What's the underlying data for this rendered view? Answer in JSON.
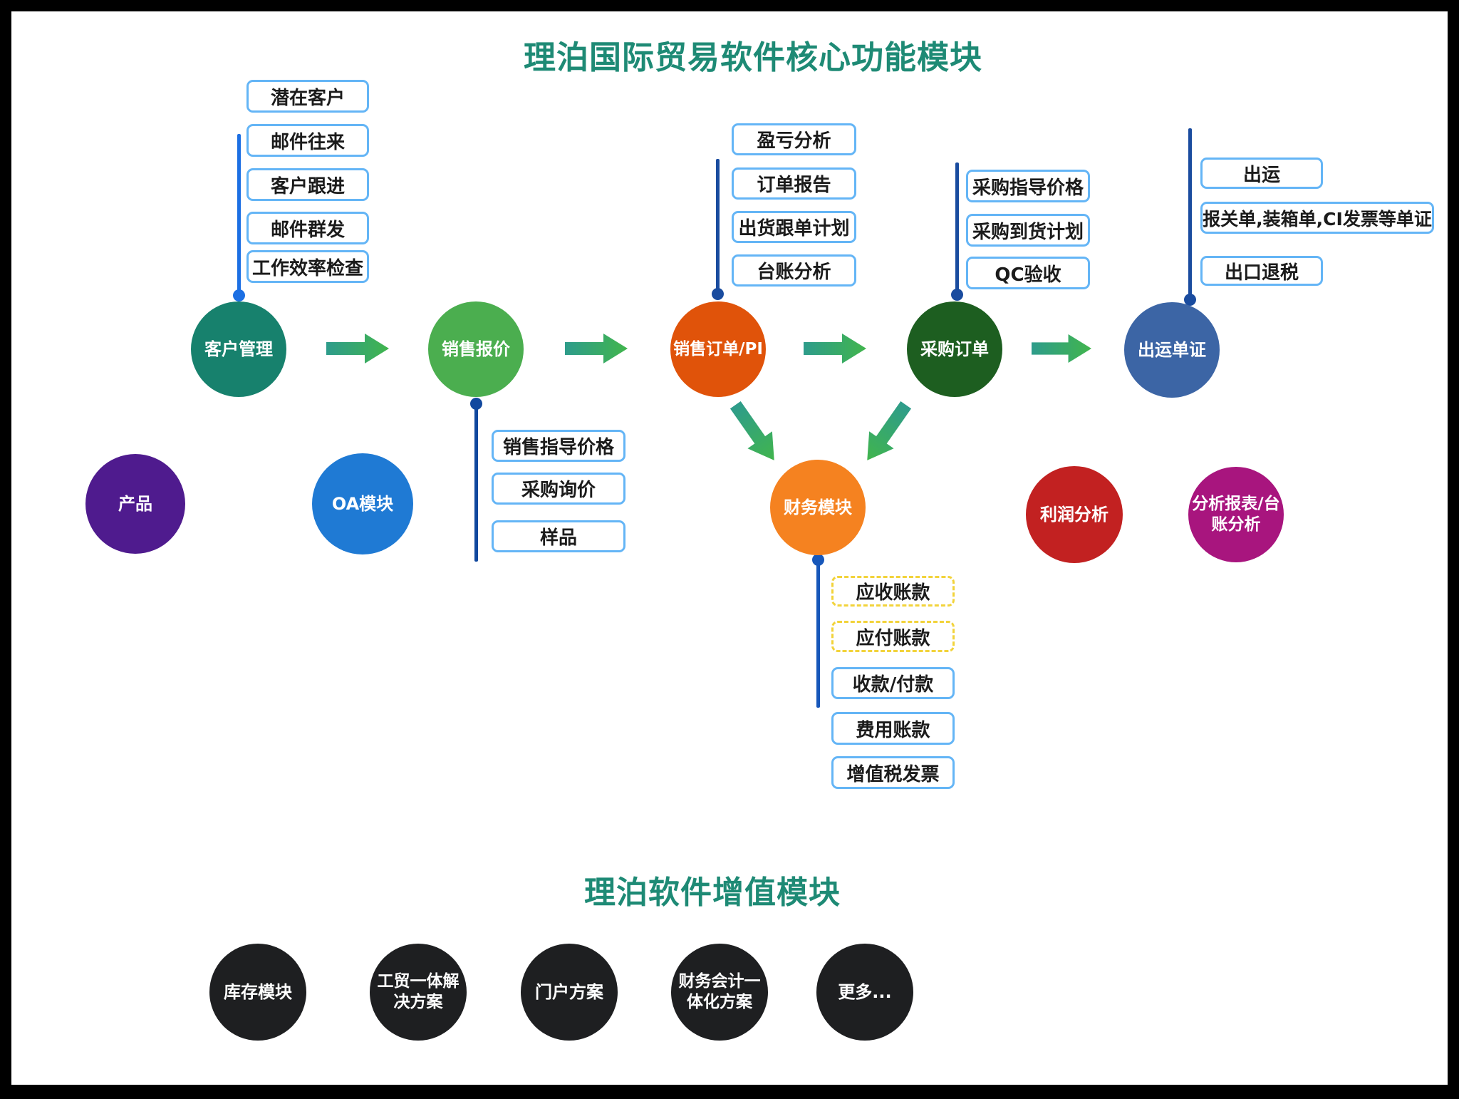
{
  "title_main": "理泊国际贸易软件核心功能模块",
  "title_addon": "理泊软件增值模块",
  "colors": {
    "title": "#1E8A75",
    "box_border": "#64B5F6",
    "dashed_box_border": "#F2D33B",
    "connector_bright_blue": "#1C6FE3",
    "connector_navy": "#1A4C9F",
    "connector_dark_navy": "#11489E",
    "connector_finance": "#1757BA",
    "arrow_gradient_start": "#2E9C8B",
    "arrow_gradient_end": "#41B54D",
    "canvas_bg": "#FFFFFF",
    "frame": "#000000"
  },
  "flow": [
    {
      "label": "客户管理",
      "color": "#17816D"
    },
    {
      "label": "销售报价",
      "color": "#4BAE4F"
    },
    {
      "label": "销售订单/PI",
      "color": "#E0530A"
    },
    {
      "label": "采购订单",
      "color": "#1D5E20"
    },
    {
      "label": "出运单证",
      "color": "#3C65A5"
    }
  ],
  "modules": [
    {
      "label": "产品",
      "color": "#4F1B8E"
    },
    {
      "label": "OA模块",
      "color": "#1F7AD4"
    },
    {
      "label": "财务模块",
      "color": "#F58220"
    },
    {
      "label": "利润分析",
      "color": "#C22121"
    },
    {
      "label": "分析报表/台账分析",
      "color": "#A8157E"
    }
  ],
  "customer_items": [
    "潜在客户",
    "邮件往来",
    "客户跟进",
    "邮件群发",
    "工作效率检查"
  ],
  "quote_items": [
    "销售指导价格",
    "采购询价",
    "样品"
  ],
  "order_items": [
    "盈亏分析",
    "订单报告",
    "出货跟单计划",
    "台账分析"
  ],
  "purchase_items": [
    "采购指导价格",
    "采购到货计划",
    "QC验收"
  ],
  "shipping_items": [
    "出运",
    "报关单,装箱单,CI发票等单证",
    "出口退税"
  ],
  "finance_items": [
    {
      "label": "应收账款",
      "style": "dashed"
    },
    {
      "label": "应付账款",
      "style": "dashed"
    },
    {
      "label": "收款/付款",
      "style": "solid"
    },
    {
      "label": "费用账款",
      "style": "solid"
    },
    {
      "label": "增值税发票",
      "style": "solid"
    }
  ],
  "addon_modules": [
    {
      "label": "库存模块",
      "color": "#1E1F21"
    },
    {
      "label": "工贸一体解决方案",
      "color": "#1E1F21"
    },
    {
      "label": "门户方案",
      "color": "#1E1F21"
    },
    {
      "label": "财务会计一体化方案",
      "color": "#1E1F21"
    },
    {
      "label": "更多...",
      "color": "#1E1F21"
    }
  ]
}
